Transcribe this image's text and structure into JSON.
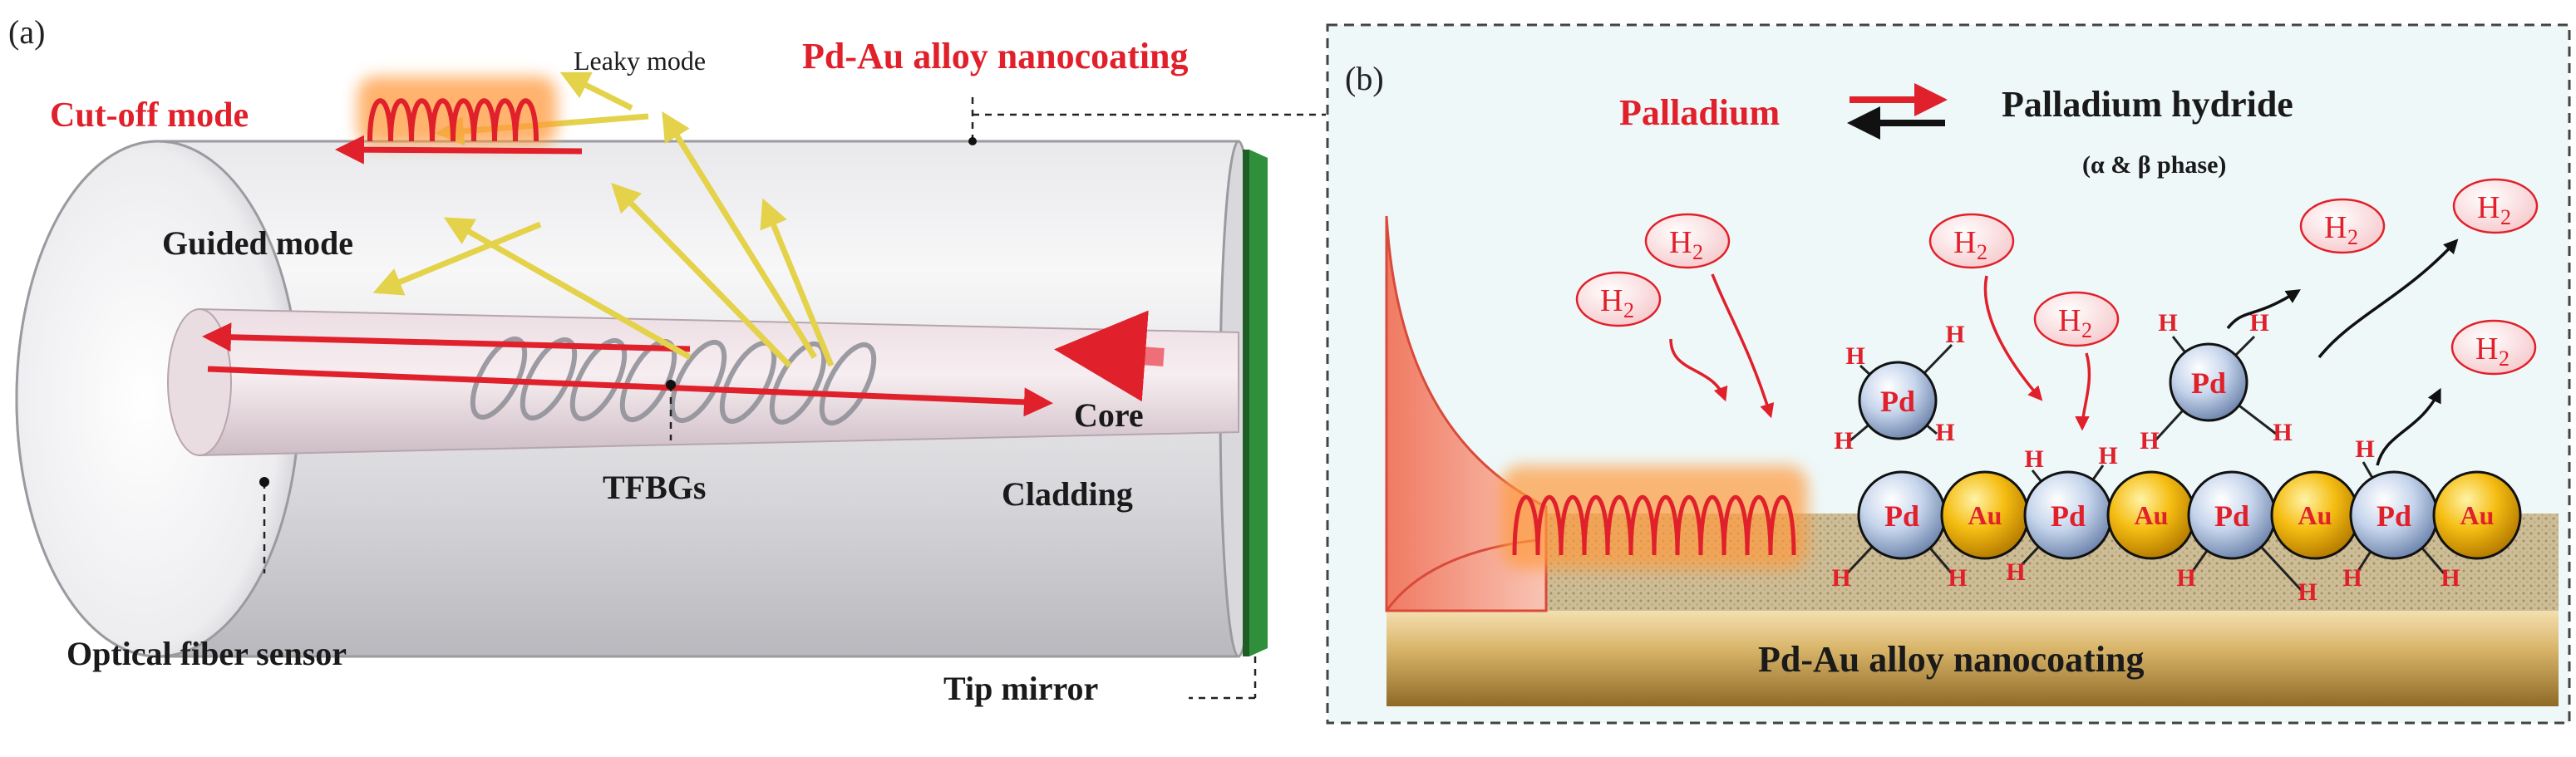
{
  "panel_a": {
    "tag": "(a)",
    "leaky_mode": "Leaky mode",
    "cutoff_mode": "Cut-off mode",
    "coating": "Pd-Au alloy nanocoating",
    "guided_mode": "Guided mode",
    "core": "Core",
    "tfbgs": "TFBGs",
    "cladding": "Cladding",
    "sensor": "Optical fiber sensor",
    "tip_mirror": "Tip mirror"
  },
  "panel_b": {
    "tag": "(b)",
    "palladium": "Palladium",
    "hydride": "Palladium hydride",
    "phase": "(α & β phase)",
    "substrate": "Pd-Au alloy nanocoating",
    "h": "H",
    "pd": "Pd",
    "au": "Au",
    "h2_main": "H",
    "h2_sub": "2"
  },
  "colors": {
    "accent_red": "#e0202a",
    "gold": "#f2b200",
    "pd_blue": "#b9cbe6",
    "fiber_gray": "#cfcfd2",
    "arrow_yellow": "#e3d24a",
    "mirror_green": "#2f8f3a",
    "panel_bg": "#eef8f9"
  }
}
